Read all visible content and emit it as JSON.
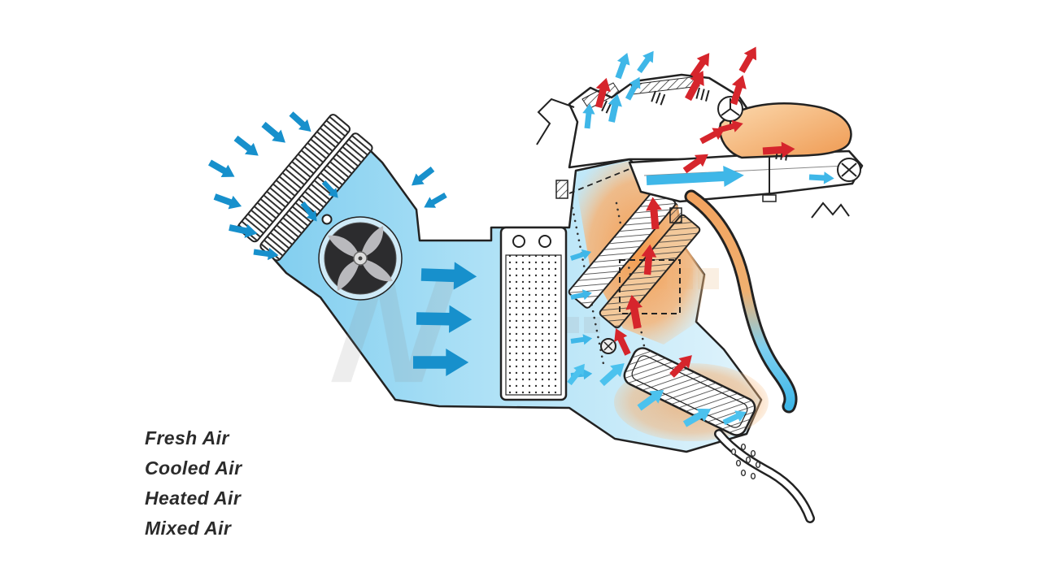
{
  "legend": {
    "items": [
      {
        "id": "fresh",
        "label": "Fresh Air"
      },
      {
        "id": "cooled",
        "label": "Cooled Air"
      },
      {
        "id": "heated",
        "label": "Heated Air"
      },
      {
        "id": "mixed",
        "label": "Mixed Air"
      }
    ]
  },
  "colors": {
    "fresh_air_blue": "#1790cc",
    "cooled_air_blue": "#3fb7e8",
    "heated_air_red": "#d6252c",
    "mixed_air_cyan": "#4cc2ee",
    "duct_fill_light": "#dff2fb",
    "duct_fill_deep": "#7fcdef",
    "heater_orange": "#f6a55e",
    "outline_dark": "#222222",
    "background": "#ffffff"
  }
}
